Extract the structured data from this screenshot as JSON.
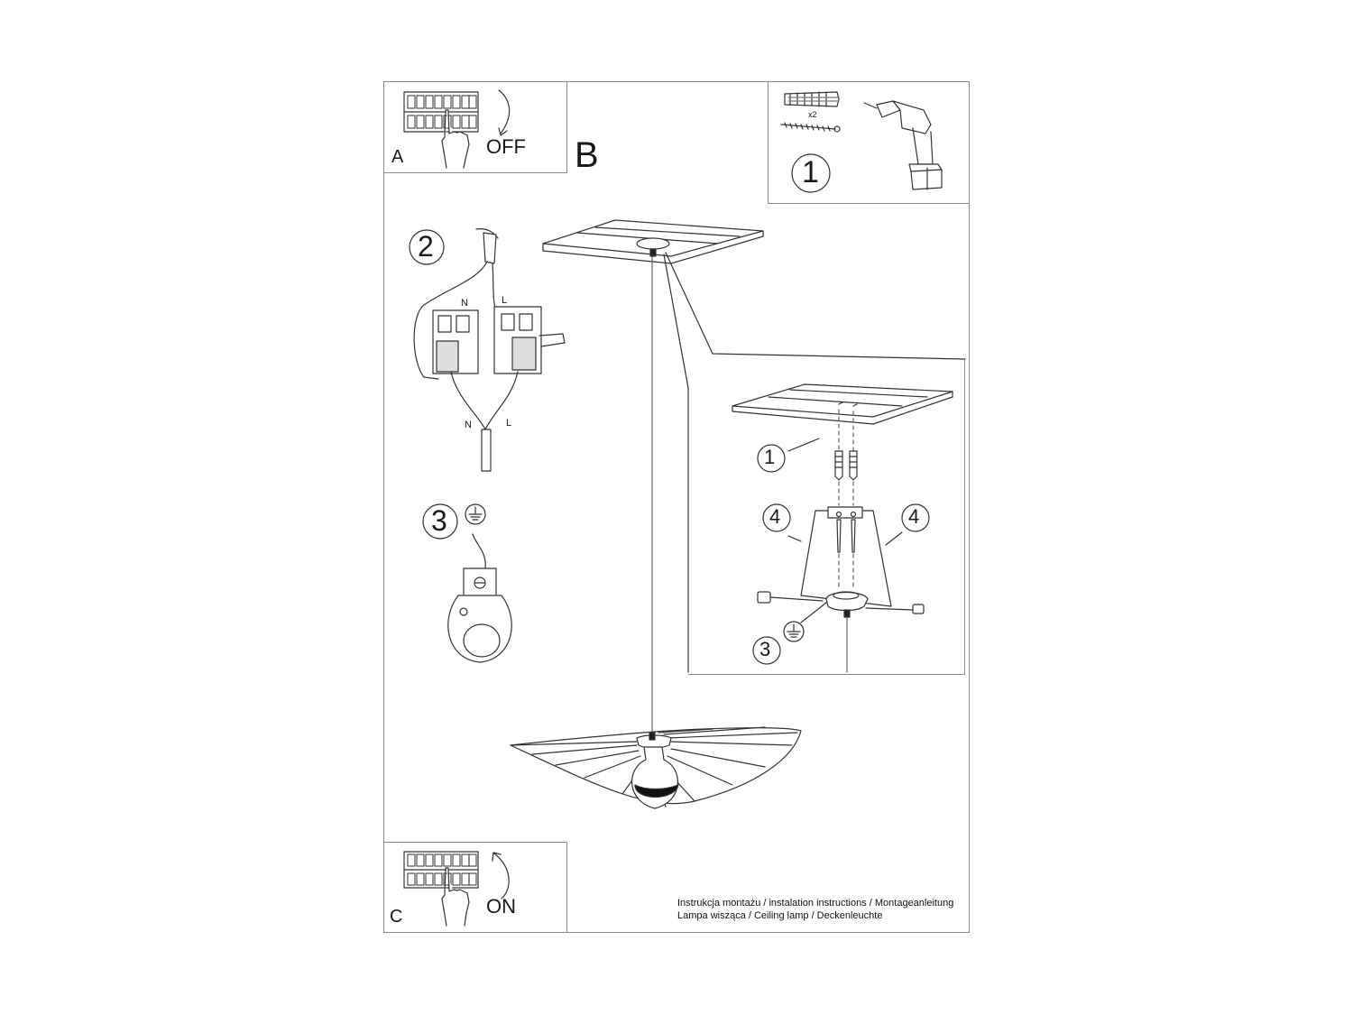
{
  "panel_a": {
    "letter": "A",
    "action": "OFF"
  },
  "panel_b": {
    "letter": "B"
  },
  "panel_c": {
    "letter": "C",
    "action": "ON"
  },
  "step1": {
    "number": "1",
    "quantity": "x2"
  },
  "step2": {
    "number": "2",
    "terminal_n": "N",
    "terminal_l": "L",
    "wire_n": "N",
    "wire_l": "L"
  },
  "step3": {
    "number": "3"
  },
  "detail": {
    "callout_1": "1",
    "callout_4_left": "4",
    "callout_4_right": "4",
    "callout_3": "3"
  },
  "footer": {
    "line1": "Instrukcja montażu / instalation instructions / Montageanleitung",
    "line2": "Lampa wisząca / Ceiling lamp / Deckenleuchte"
  },
  "icons": [
    "circuit-breaker-icon",
    "hand-icon",
    "curved-arrow-icon",
    "wall-plug-icon",
    "screw-icon",
    "drill-icon",
    "terminal-block-icon",
    "ground-icon",
    "ceiling-plate-icon",
    "pendant-shade-icon",
    "bulb-icon"
  ]
}
